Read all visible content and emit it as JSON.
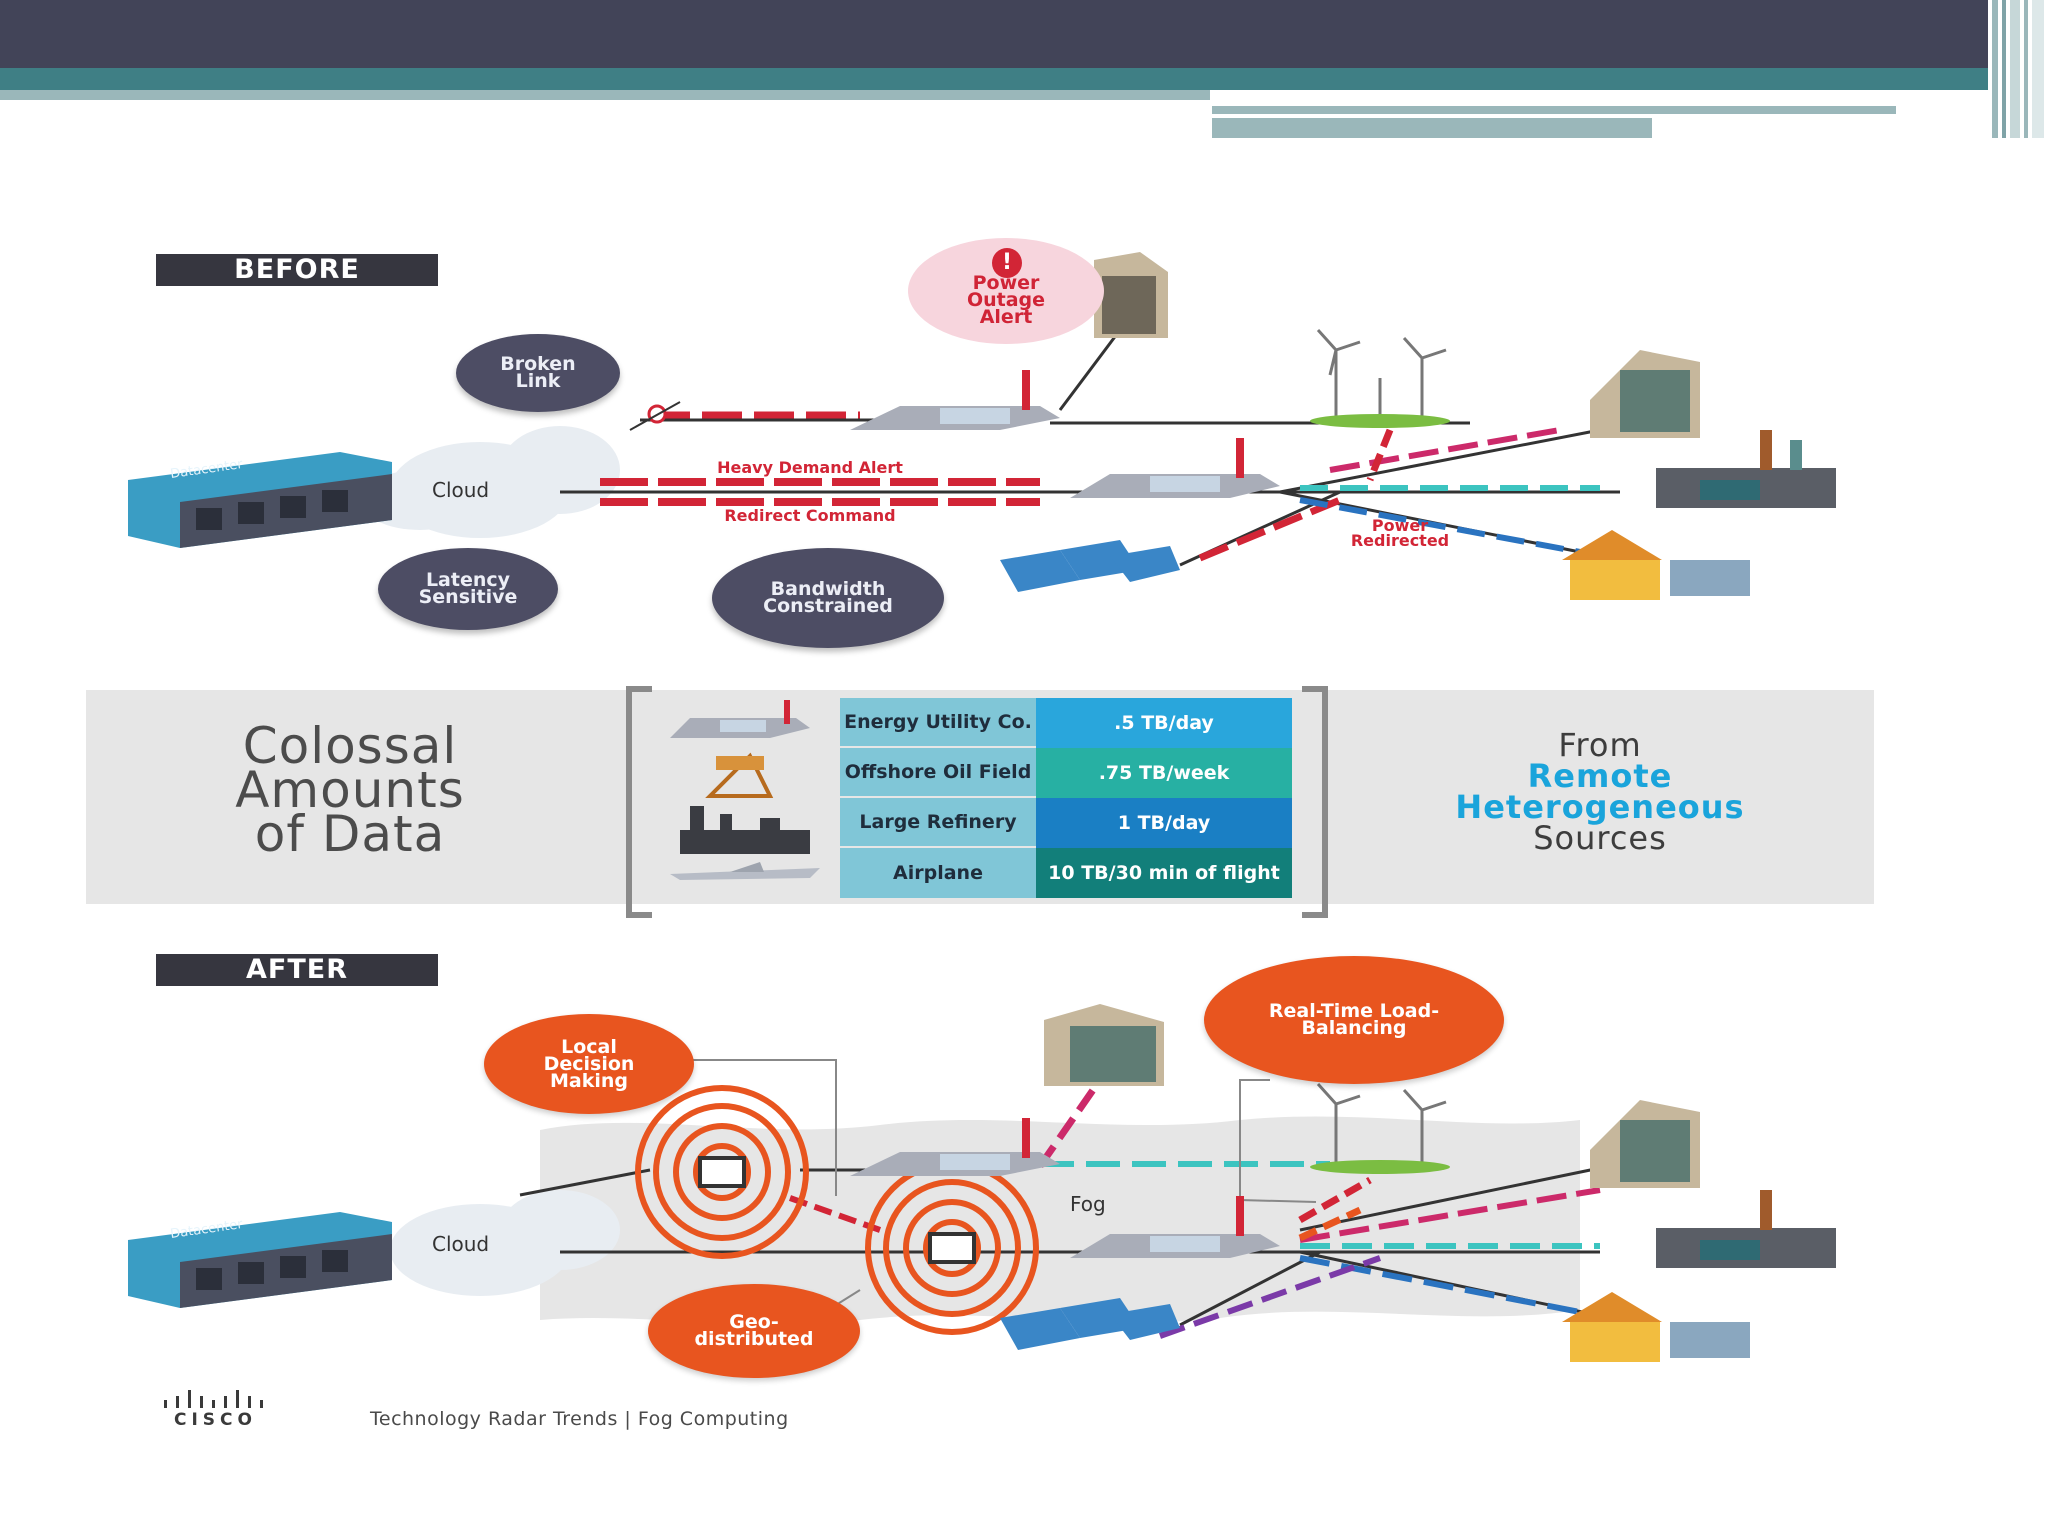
{
  "before": {
    "label": "BEFORE",
    "callouts": {
      "power_outage": "Power Outage Alert",
      "broken_link": "Broken Link",
      "latency": "Latency Sensitive",
      "bandwidth": "Bandwidth Constrained",
      "heavy_demand": "Heavy Demand Alert",
      "redirect": "Redirect Command",
      "power_redirected": "Power Redirected"
    },
    "cloud_label": "Cloud",
    "datacenter_label": "Datacenter"
  },
  "data_panel": {
    "title_lines": [
      "Colossal",
      "Amounts",
      "of Data"
    ],
    "rows": [
      {
        "source": "Energy Utility Co.",
        "volume": ".5 TB/day",
        "color": "#29a6dc"
      },
      {
        "source": "Offshore Oil Field",
        "volume": ".75 TB/week",
        "color": "#27b0a3"
      },
      {
        "source": "Large Refinery",
        "volume": "1 TB/day",
        "color": "#1a7fc4"
      },
      {
        "source": "Airplane",
        "volume": "10 TB/30 min of flight",
        "color": "#127f7a"
      }
    ],
    "sources": {
      "line1": "From",
      "line2": "Remote",
      "line3": "Heterogeneous",
      "line4": "Sources"
    }
  },
  "after": {
    "label": "AFTER",
    "callouts": {
      "local": "Local Decision Making",
      "realtime": "Real-Time Load-Balancing",
      "geo": "Geo-distributed"
    },
    "fog_label": "Fog",
    "cloud_label": "Cloud",
    "datacenter_label": "Datacenter"
  },
  "footer": {
    "logo_text": "CISCO",
    "caption": "Technology Radar Trends | Fog Computing"
  },
  "colors": {
    "dark_bar": "#424458",
    "teal_band": "#3f7f85",
    "alert_red": "#d22536",
    "orange": "#e8551f",
    "teal_line": "#3cc4c0",
    "blue_line": "#2a73c0",
    "magenta_line": "#cc2a6a",
    "purple_line": "#7b3aa8"
  }
}
